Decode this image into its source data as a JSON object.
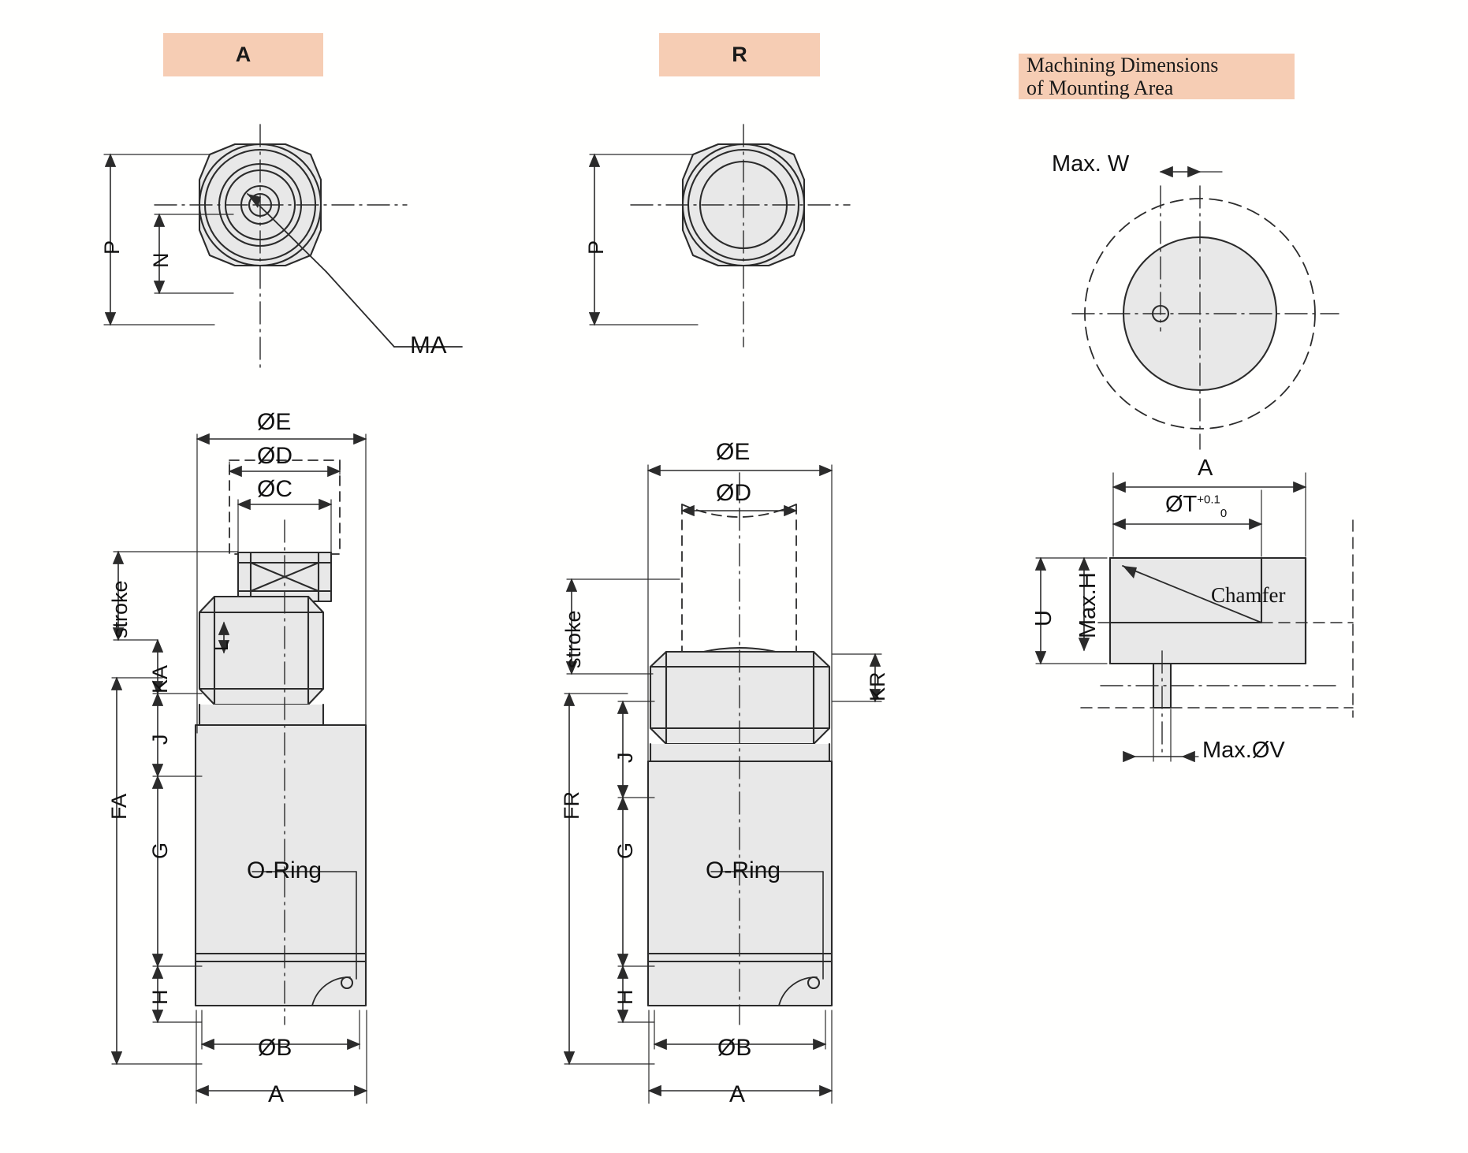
{
  "page": {
    "title": "Cylinder dimension drawings - types A and R with mounting area machining dimensions"
  },
  "headers": {
    "a": "A",
    "r": "R",
    "machining_line1": "Machining Dimensions",
    "machining_line2": "of Mounting Area"
  },
  "view_a": {
    "top": {
      "p": "P",
      "n": "N",
      "ma": "MA"
    },
    "side": {
      "oe": "ØE",
      "od": "ØD",
      "oc": "ØC",
      "stroke": "stroke",
      "ka": "KA",
      "l": "L",
      "j": "J",
      "fa": "FA",
      "g": "G",
      "h": "H",
      "oring": "O-Ring",
      "ob": "ØB",
      "a": "A"
    }
  },
  "view_r": {
    "top": {
      "p": "P"
    },
    "side": {
      "oe": "ØE",
      "od": "ØD",
      "stroke": "stroke",
      "kr": "KR",
      "j": "J",
      "fr": "FR",
      "g": "G",
      "h": "H",
      "oring": "O-Ring",
      "ob": "ØB",
      "a": "A"
    }
  },
  "view_machining": {
    "top": {
      "max_w": "Max. W"
    },
    "side": {
      "a": "A",
      "ot": "ØT",
      "ot_sup": "+0.1",
      "ot_sub": "0",
      "u": "U",
      "max_h": "Max.H",
      "chamfer": "Chamfer",
      "max_ov": "Max.ØV"
    }
  },
  "colors": {
    "header_bg": "#f6cdb4",
    "part_fill": "#e8e8e8",
    "line": "#2b2b2b"
  }
}
